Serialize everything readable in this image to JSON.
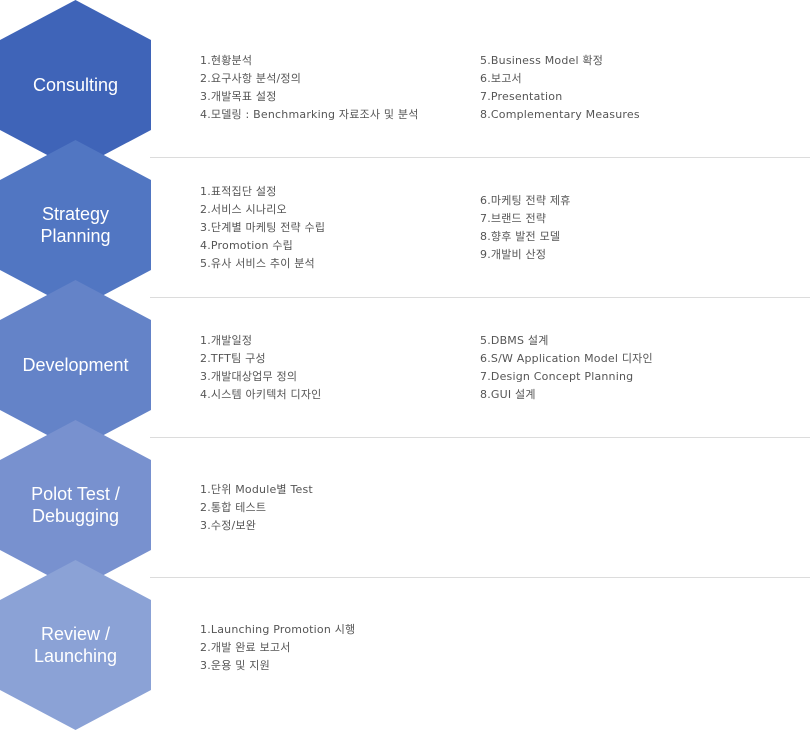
{
  "stages": [
    {
      "label_lines": [
        "Consulting"
      ],
      "fill": "#3f64b8",
      "left_tasks": [
        "1.현황분석",
        "2.요구사항 분석/정의",
        "3.개발목표 설정",
        "4.모델링 : Benchmarking 자료조사 및 분석"
      ],
      "right_tasks": [
        "5.Business Model 확정",
        "6.보고서",
        "7.Presentation",
        "8.Complementary Measures"
      ]
    },
    {
      "label_lines": [
        "Strategy",
        "Planning"
      ],
      "fill": "#5176c2",
      "left_tasks": [
        "1.표적집단 설정",
        "2.서비스 시나리오",
        "3.단계별 마케팅 전략 수립",
        "4.Promotion 수립",
        "5.유사 서비스 추이 분석"
      ],
      "right_tasks": [
        "6.마케팅 전략 제휴",
        "7.브랜드 전략",
        "8.향후 발전 모델",
        "9.개발비 산정"
      ]
    },
    {
      "label_lines": [
        "Development"
      ],
      "fill": "#6483c8",
      "left_tasks": [
        "1.개발일정",
        "2.TFT팀 구성",
        "3.개발대상업무 정의",
        "4.시스템 아키텍처 디자인"
      ],
      "right_tasks": [
        "5.DBMS 설계",
        "6.S/W Application Model 디자인",
        "7.Design Concept Planning",
        "8.GUI 설계"
      ]
    },
    {
      "label_lines": [
        "Polot Test /",
        "Debugging"
      ],
      "fill": "#7891cf",
      "left_tasks": [
        "1.단위 Module별 Test",
        "2.통합 테스트",
        "3.수정/보완"
      ],
      "right_tasks": []
    },
    {
      "label_lines": [
        "Review /",
        "Launching"
      ],
      "fill": "#8ba2d6",
      "left_tasks": [
        "1.Launching Promotion 시행",
        "2.개발 완료 보고서",
        "3.운용 및 지원"
      ],
      "right_tasks": []
    }
  ]
}
